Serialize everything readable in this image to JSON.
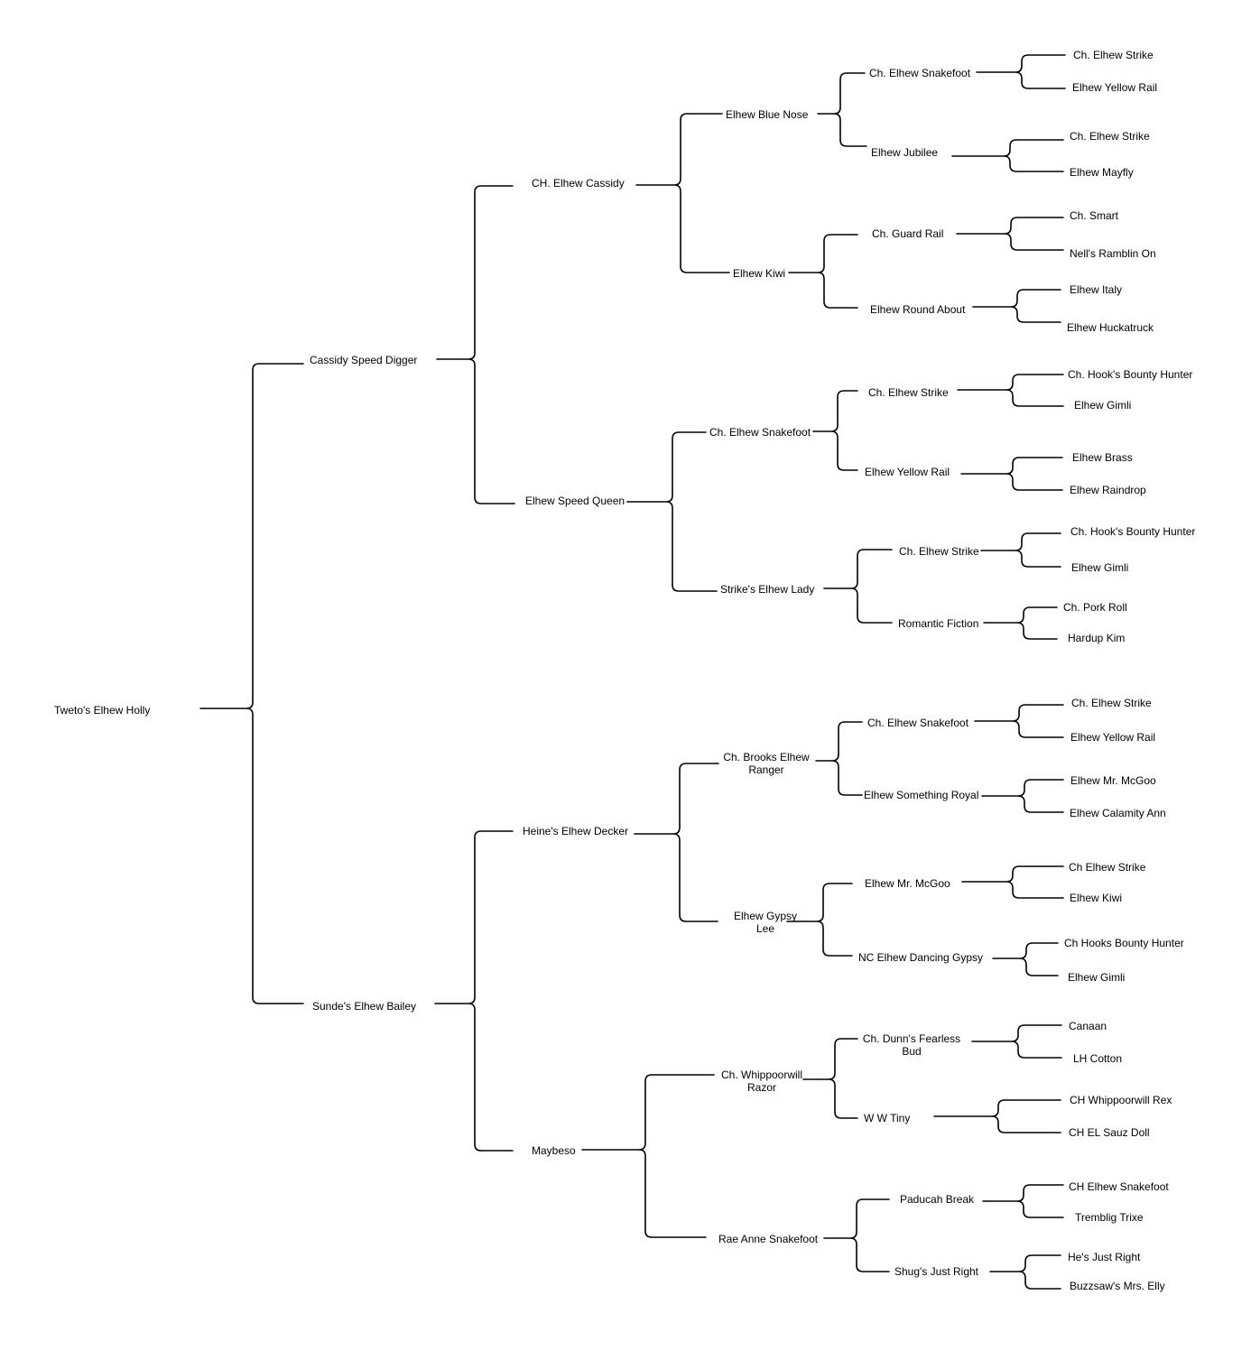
{
  "pedigree": {
    "subject": "Tweto's Elhew Holly",
    "sire": "Cassidy Speed Digger",
    "dam": "Sunde's Elhew Bailey",
    "sire_sire": "CH. Elhew Cassidy",
    "sire_dam": "Elhew Speed Queen",
    "dam_sire": "Heine's Elhew Decker",
    "dam_dam": "Maybeso",
    "g3": [
      "Elhew Blue Nose",
      "Elhew Kiwi",
      "Ch. Elhew Snakefoot",
      "Strike's Elhew Lady",
      "Ch. Brooks Elhew\nRanger",
      "Elhew Gypsy\nLee",
      "Ch. Whippoorwill\nRazor",
      "Rae Anne Snakefoot"
    ],
    "g4": [
      "Ch. Elhew Snakefoot",
      "Elhew Jubilee",
      "Ch. Guard Rail",
      "Elhew Round About",
      "Ch. Elhew Strike",
      "Elhew Yellow Rail",
      "Ch. Elhew Strike",
      "Romantic Fiction",
      "Ch. Elhew Snakefoot",
      "Elhew Something Royal",
      "Elhew Mr. McGoo",
      "NC Elhew Dancing Gypsy",
      "Ch. Dunn's Fearless\nBud",
      "W W Tiny",
      "Paducah Break",
      "Shug's Just Right"
    ],
    "g5": [
      "Ch. Elhew Strike",
      "Elhew Yellow Rail",
      "Ch. Elhew Strike",
      "Elhew Mayfly",
      "Ch. Smart",
      "Nell's Ramblin On",
      "Elhew Italy",
      "Elhew Huckatruck",
      "Ch. Hook's Bounty Hunter",
      "Elhew Gimli",
      "Elhew Brass",
      "Elhew Raindrop",
      "Ch. Hook's Bounty Hunter",
      "Elhew Gimli",
      "Ch. Pork Roll",
      "Hardup Kim",
      "Ch. Elhew Strike",
      "Elhew Yellow Rail",
      "Elhew Mr. McGoo",
      "Elhew Calamity Ann",
      "Ch Elhew Strike",
      "Elhew Kiwi",
      "Ch Hooks Bounty Hunter",
      "Elhew Gimli",
      "Canaan",
      "LH Cotton",
      "CH Whippoorwill Rex",
      "CH EL Sauz Doll",
      "CH Elhew Snakefoot",
      "Tremblig Trixe",
      "He's Just Right",
      "Buzzsaw's Mrs. Elly"
    ]
  }
}
